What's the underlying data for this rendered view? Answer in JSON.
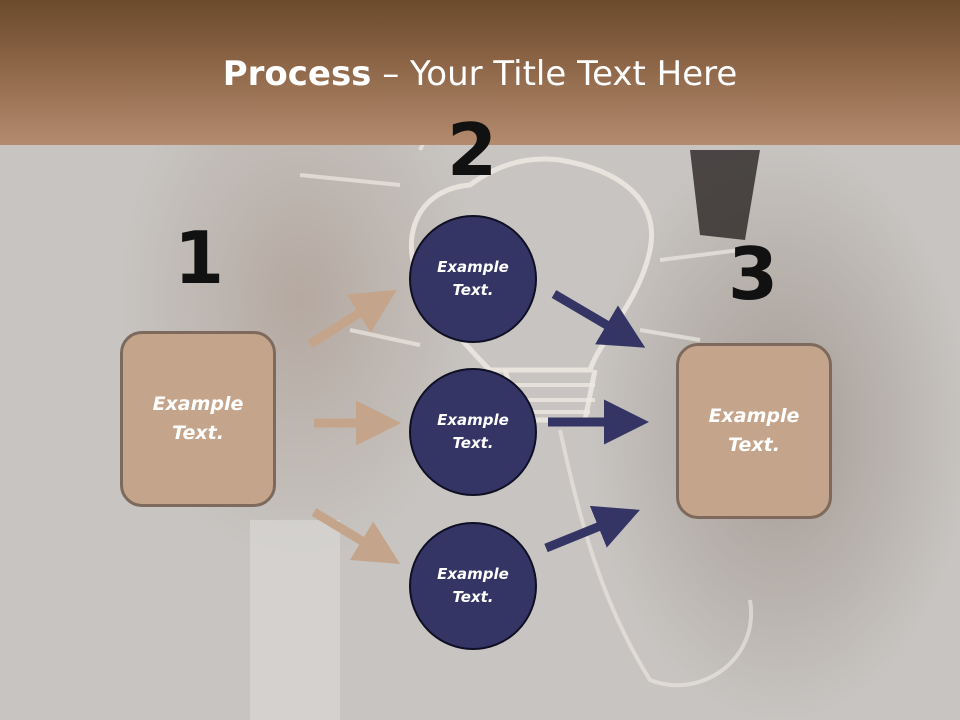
{
  "title": {
    "bold": "Process",
    "rest": " – Your Title Text Here"
  },
  "steps": {
    "one": "1",
    "two": "2",
    "three": "3"
  },
  "left_box": "Example\nText.",
  "circles": [
    "Example\nText.",
    "Example\nText.",
    "Example\nText."
  ],
  "right_box": "Example\nText.",
  "colors": {
    "box": "#c4a58b",
    "circle": "#343465",
    "tan_arrow": "#c4a58b",
    "navy_arrow": "#343465",
    "header": "#8a6244"
  }
}
